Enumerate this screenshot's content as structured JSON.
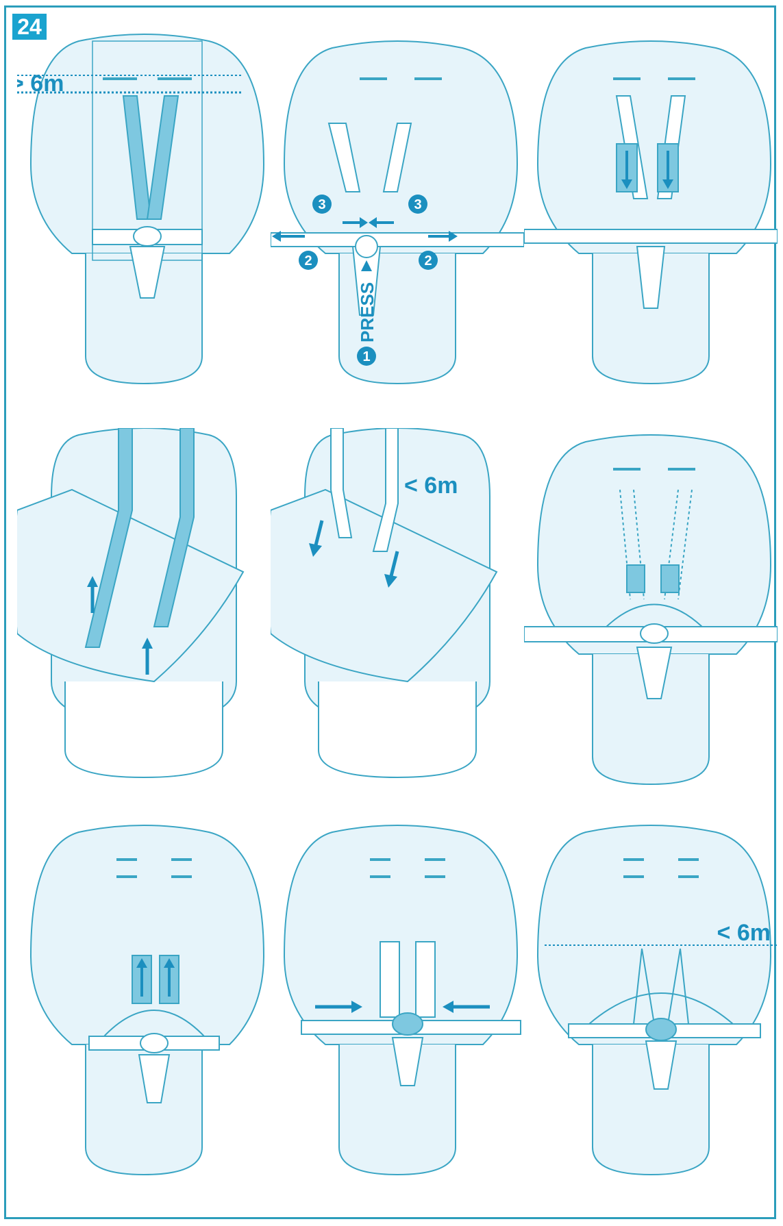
{
  "step_number": "24",
  "labels": {
    "over_6m": "> 6m",
    "under_6m": "< 6m",
    "press": "PRESS",
    "num_1": "1",
    "num_2": "2",
    "num_3": "3"
  },
  "colors": {
    "accent": "#1aa3cf",
    "line": "#3aa5c4",
    "seat_fill": "#e6f4fa",
    "strap_fill": "#7ec8e0",
    "frame": "#2b9dbb"
  }
}
